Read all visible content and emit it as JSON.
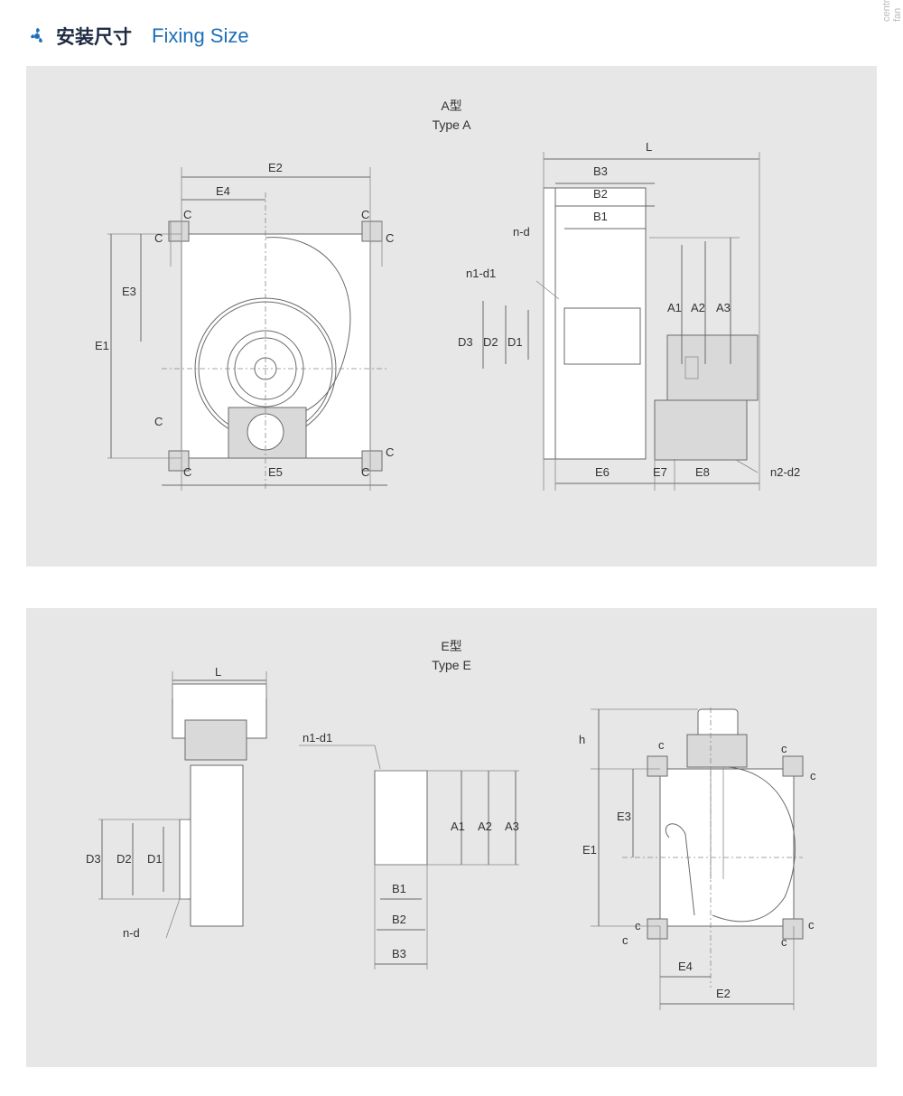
{
  "header": {
    "title_cn": "安装尺寸",
    "title_en": "Fixing Size",
    "side_text": "centrifugal fan"
  },
  "type_a": {
    "caption_cn": "A型",
    "caption_en": "Type A",
    "labels": {
      "E2": "E2",
      "E4": "E4",
      "E3": "E3",
      "E1": "E1",
      "E5": "E5",
      "C": "C",
      "L": "L",
      "B3": "B3",
      "B2": "B2",
      "B1": "B1",
      "n_d": "n-d",
      "n1_d1": "n1-d1",
      "D3": "D3",
      "D2": "D2",
      "D1": "D1",
      "A1": "A1",
      "A2": "A2",
      "A3": "A3",
      "E6": "E6",
      "E7": "E7",
      "E8": "E8",
      "n2_d2": "n2-d2"
    }
  },
  "type_e": {
    "caption_cn": "E型",
    "caption_en": "Type E",
    "labels": {
      "L": "L",
      "D3": "D3",
      "D2": "D2",
      "D1": "D1",
      "n_d": "n-d",
      "n1_d1": "n1-d1",
      "A1": "A1",
      "A2": "A2",
      "A3": "A3",
      "B1": "B1",
      "B2": "B2",
      "B3": "B3",
      "h": "h",
      "c": "c",
      "E3": "E3",
      "E1": "E1",
      "E4": "E4",
      "E2": "E2"
    }
  },
  "colors": {
    "title_cn": "#1f2a44",
    "title_en": "#1d6fb8",
    "panel_bg": "#e7e7e7",
    "line": "#6a6a6a"
  }
}
